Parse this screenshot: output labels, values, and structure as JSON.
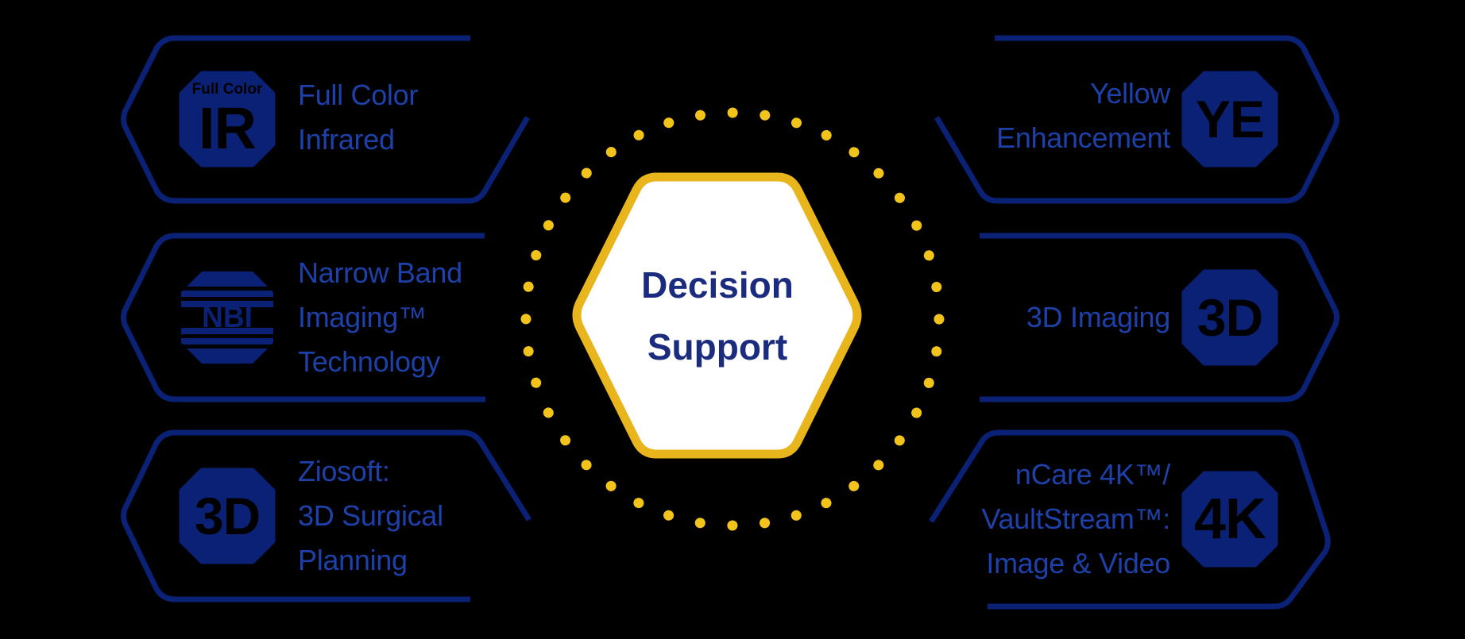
{
  "colors": {
    "background": "#000000",
    "navy": "#0b2176",
    "label_blue": "#1e40a9",
    "center_text": "#1b2b7e",
    "hex_border": "#e9b51d",
    "hex_fill": "#ffffff",
    "dot": "#f2c31a"
  },
  "center": {
    "title_line1": "Decision",
    "title_line2": "Support"
  },
  "left_badges": [
    {
      "icon_sub": "Full Color",
      "icon_label": "IR",
      "lines": [
        "Full Color",
        "Infrared"
      ]
    },
    {
      "icon_label": "NBI",
      "lines": [
        "Narrow Band",
        "Imaging™",
        "Technology"
      ]
    },
    {
      "icon_label": "3D",
      "lines": [
        "Ziosoft:",
        "3D Surgical",
        "Planning"
      ]
    }
  ],
  "right_badges": [
    {
      "icon_label": "YE",
      "lines": [
        "Yellow",
        "Enhancement"
      ]
    },
    {
      "icon_label": "3D",
      "lines": [
        "3D Imaging"
      ]
    },
    {
      "icon_label": "4K",
      "lines": [
        "nCare 4K™/",
        "VaultStream™:",
        "Image & Video"
      ]
    }
  ]
}
